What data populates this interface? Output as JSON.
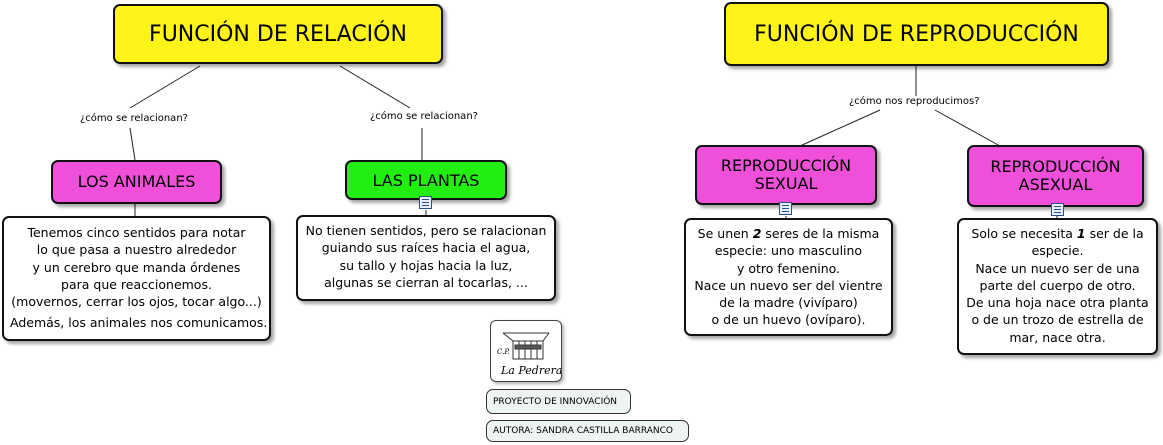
{
  "relacion": {
    "title": "FUNCIÓN DE RELACIÓN",
    "link_left": "¿cómo se relacionan?",
    "link_right": "¿cómo se relacionan?",
    "animales": {
      "title": "LOS ANIMALES",
      "lines": [
        "Tenemos cinco sentidos para notar",
        "lo que pasa a nuestro alrededor",
        "y un cerebro que manda órdenes",
        "para que reaccionemos.",
        "(movernos, cerrar los ojos, tocar algo...)",
        "Además, los animales nos comunicamos."
      ]
    },
    "plantas": {
      "title": "LAS PLANTAS",
      "lines": [
        "No tienen sentidos, pero se ralacionan",
        "guiando sus raíces hacia el agua,",
        "su tallo y hojas hacia la luz,",
        "algunas se cierran al tocarlas, ..."
      ]
    }
  },
  "reproduccion": {
    "title": "FUNCIÓN DE REPRODUCCIÓN",
    "link": "¿cómo nos reproducimos?",
    "sexual": {
      "title_1": "REPRODUCCIÓN",
      "title_2": "SEXUAL",
      "lines": [
        "Se unen 2 seres de la misma",
        "especie: uno masculino",
        "y otro femenino.",
        "Nace un nuevo ser del vientre",
        "de la madre (vivíparo)",
        "o de un huevo (ovíparo)."
      ]
    },
    "asexual": {
      "title_1": "REPRODUCCIÓN",
      "title_2": "ASEXUAL",
      "lines": [
        "Solo se necesita  1 ser de la",
        "especie.",
        "Nace un nuevo ser de una",
        "parte del cuerpo de otro.",
        "De una hoja nace otra planta",
        "o de un trozo de estrella de",
        "mar, nace otra."
      ]
    }
  },
  "footer": {
    "logo_text": "La Pedrera",
    "logo_initials": "C.P.",
    "proyecto": "PROYECTO DE INNOVACIÓN",
    "autora": "AUTORA: SANDRA CASTILLA BARRANCO"
  },
  "colors": {
    "title_fill": "#fff31a",
    "pink_fill": "#f04fd9",
    "green_fill": "#22ee11",
    "text_box_fill": "#ffffff",
    "footer_fill": "#eef4f4"
  },
  "icons": [
    "note-icon"
  ]
}
